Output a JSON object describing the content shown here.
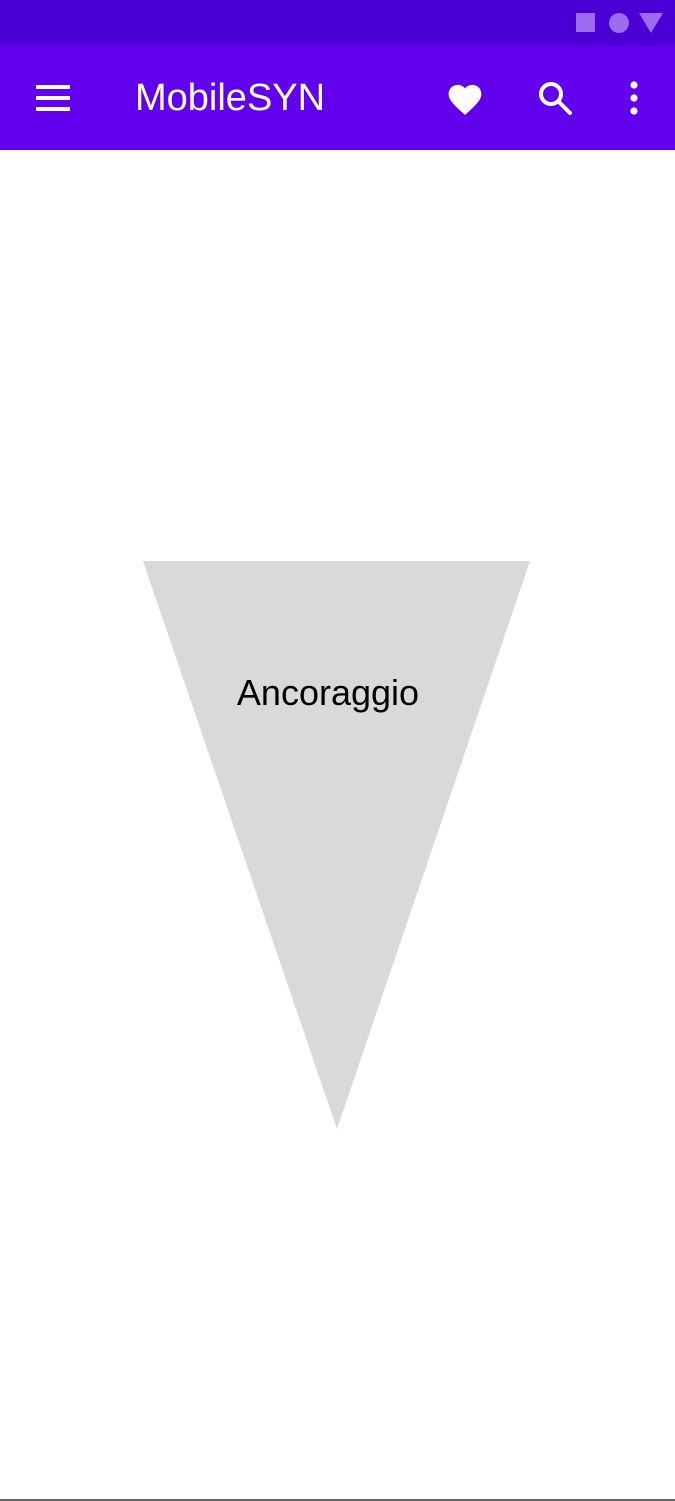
{
  "status_bar": {
    "color": "#4a00d4",
    "icons": [
      "square-icon",
      "circle-icon",
      "triangle-icon"
    ]
  },
  "app_bar": {
    "title": "MobileSYN",
    "color": "#6200ee",
    "icons": [
      "menu-icon",
      "heart-icon",
      "search-icon",
      "more-vert-icon"
    ]
  },
  "main": {
    "shape": "inverted-triangle",
    "shape_color": "#d9d9d9",
    "label": "Ancoraggio"
  }
}
